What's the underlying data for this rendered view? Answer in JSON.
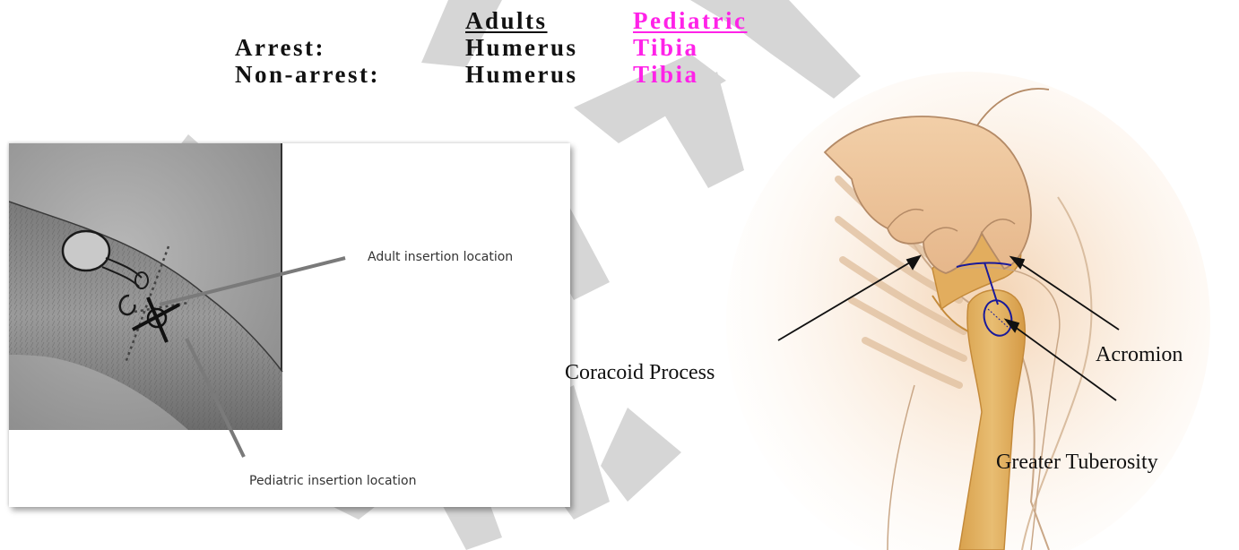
{
  "header": {
    "col_adults": "Adults",
    "col_pediatric": "Pediatric",
    "rows": [
      {
        "label": "Arrest:",
        "adult": "Humerus",
        "pediatric": "Tibia"
      },
      {
        "label": "Non-arrest:",
        "adult": "Humerus",
        "pediatric": "Tibia"
      }
    ]
  },
  "photo": {
    "adult_caption": "Adult insertion location",
    "pediatric_caption": "Pediatric insertion location"
  },
  "anatomy": {
    "coracoid": "Coracoid Process",
    "acromion": "Acromion",
    "greater_tuberosity": "Greater Tuberosity"
  },
  "colors": {
    "pediatric_accent": "#ff22e8",
    "watermark": "#cfcfcf",
    "landmark_line": "#1a1a9a"
  }
}
